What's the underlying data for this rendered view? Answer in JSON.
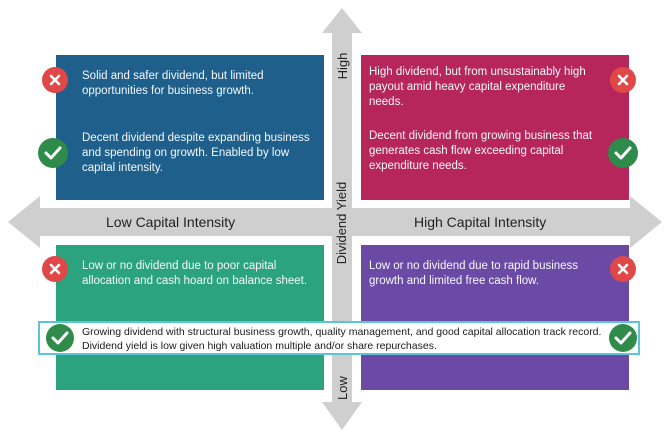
{
  "diagram": {
    "vertical_axis": {
      "title": "Dividend Yield",
      "high": "High",
      "low": "Low"
    },
    "horizontal_axis": {
      "left": "Low Capital Intensity",
      "right": "High Capital Intensity"
    },
    "quadrants": {
      "top_left": {
        "color": "#1f5f8b",
        "negative": "Solid and safer dividend, but limited opportunities for business growth.",
        "positive": "Decent dividend despite expanding business and spending on growth. Enabled by low capital intensity."
      },
      "top_right": {
        "color": "#b7265a",
        "negative": "High dividend, but from unsustainably high payout amid heavy capital expenditure needs.",
        "positive": "Decent dividend from growing business that generates cash flow exceeding capital expenditure needs."
      },
      "bottom_left": {
        "color": "#2ca37f",
        "negative": "Low or no dividend due to poor capital allocation and cash hoard on balance sheet."
      },
      "bottom_right": {
        "color": "#6b4aa5",
        "negative": "Low or no dividend due to rapid business growth and limited free cash flow."
      }
    },
    "callout": {
      "text": "Growing dividend with structural business growth, quality management, and good capital allocation track record. Dividend yield is low given high valuation multiple and/or share repurchases.",
      "border_color": "#5cc6d9"
    },
    "icons": {
      "negative": "x-circle-icon",
      "positive": "check-circle-icon",
      "negative_color": "#e04848",
      "positive_color": "#2e8b4a"
    }
  }
}
